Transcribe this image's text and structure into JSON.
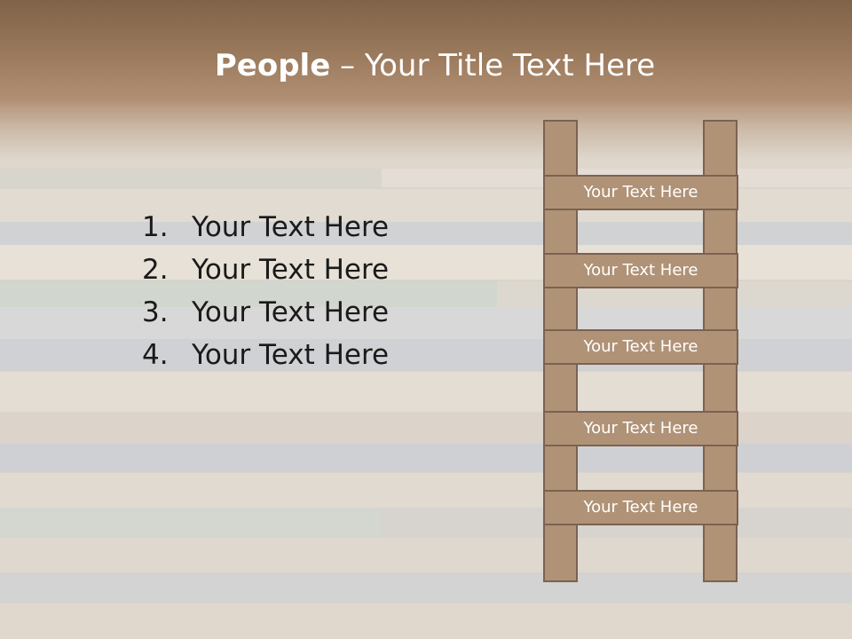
{
  "slide": {
    "title_bold": "People",
    "title_rest": " – Your Title Text Here"
  },
  "list_items": [
    {
      "number": "1.",
      "text": "Your Text Here"
    },
    {
      "number": "2.",
      "text": "Your Text Here"
    },
    {
      "number": "3.",
      "text": "Your Text Here"
    },
    {
      "number": "4.",
      "text": "Your Text Here"
    }
  ],
  "ladder_rungs": [
    {
      "label": "Your Text Here"
    },
    {
      "label": "Your Text Here"
    },
    {
      "label": "Your Text Here"
    },
    {
      "label": "Your Text Here"
    },
    {
      "label": "Your Text Here"
    }
  ],
  "colors": {
    "header": "#9b7a5d",
    "ladder_fill": "#b09276",
    "ladder_border": "#7b6251",
    "title_text": "#ffffff",
    "body_text": "#1a1a1a"
  }
}
